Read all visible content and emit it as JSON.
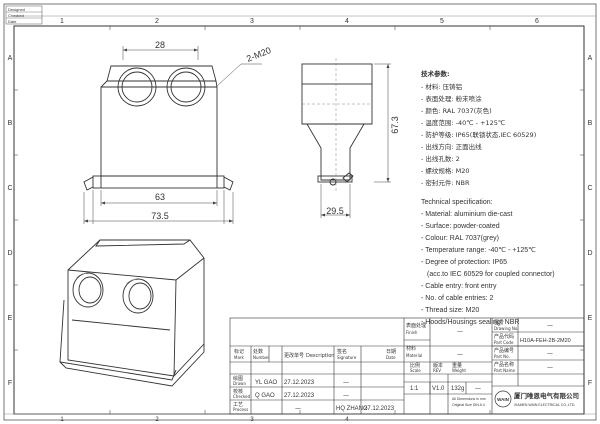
{
  "zones": {
    "top": [
      "1",
      "2",
      "3",
      "4",
      "5",
      "6"
    ],
    "side": [
      "A",
      "B",
      "C",
      "D",
      "E",
      "F"
    ]
  },
  "corner_stamp": [
    "Designed",
    "Checked",
    "Date"
  ],
  "dims": {
    "d28": "28",
    "thread": "2-M20",
    "d67": "67.3",
    "d63": "63",
    "d73": "73.5",
    "d29": "29.5"
  },
  "tech_cn": {
    "heading": "技术参数:",
    "lines": [
      "材料: 压铸铝",
      "表面处理: 粉末喷涂",
      "颜色: RAL 7037(灰色)",
      "温度范围: -40℃ - +125℃",
      "防护等级: IP65(联锁状态,IEC 60529)",
      "出线方向: 正面出线",
      "出线孔数: 2",
      "螺纹规格: M20",
      "密封元件: NBR"
    ]
  },
  "tech_en": {
    "heading": "Technical specification:",
    "lines": [
      "Material: aluminium die-cast",
      "Surface: powder-coated",
      "Colour: RAL 7037(grey)",
      "Temperature range: -40℃ - +125℃",
      "Degree of protection: IP65",
      "(acc.to IEC 60529 for coupled connector)",
      "Cable entry: front entry",
      "No. of cable entries: 2",
      "Thread size: M20",
      "Hoods/Housings sealing: NBR"
    ]
  },
  "title_block": {
    "mark": "标记",
    "mark_en": "Mark",
    "count": "处数",
    "count_en": "Number",
    "change_no": "更改单号",
    "change_no_en": "Description",
    "signature": "签名",
    "signature_en": "Signature",
    "date": "日期",
    "date_en": "Date",
    "drawn": "绘图",
    "drawn_en": "Drawn",
    "checked": "校核",
    "checked_en": "Checked",
    "process": "工艺",
    "process_en": "Process",
    "drawn_by": "YL GAO",
    "drawn_date": "27.12.2023",
    "checked_by": "Q GAO",
    "checked_date": "27.12.2023",
    "process_by": "HQ ZHANG",
    "process_date": "27.12.2023",
    "surface": "表面处理",
    "surface_en": "Finish",
    "material": "材料",
    "material_en": "Material",
    "scale": "比例",
    "scale_en": "Scale",
    "scale_val": "1:1",
    "version": "版本",
    "version_en": "REV",
    "version_val": "V1.0",
    "weight": "重量",
    "weight_en": "Weight",
    "weight_val": "132g",
    "dash": "—",
    "part_no": "产品编号",
    "part_no_en": "Part No.",
    "drawing_no": "图号",
    "drawing_no_en": "Drawing No.",
    "part_code": "产品代码",
    "part_code_en": "Part Code",
    "part_code_val": "H10A-FEH-2B-2M20",
    "part_name": "产品名称",
    "part_name_en": "Part Name",
    "dims_note_1": "All Dimensions in mm",
    "dims_note_2": "Original Size DIN A 4",
    "company_cn": "厦门唯恩电气有限公司",
    "company_en": "XIAMEN WAIN ELECTRICAL CO.,LTD.",
    "logo_text": "WAIN"
  },
  "colors": {
    "line": "#333333",
    "frame": "#444444",
    "hidden": "#888888"
  }
}
